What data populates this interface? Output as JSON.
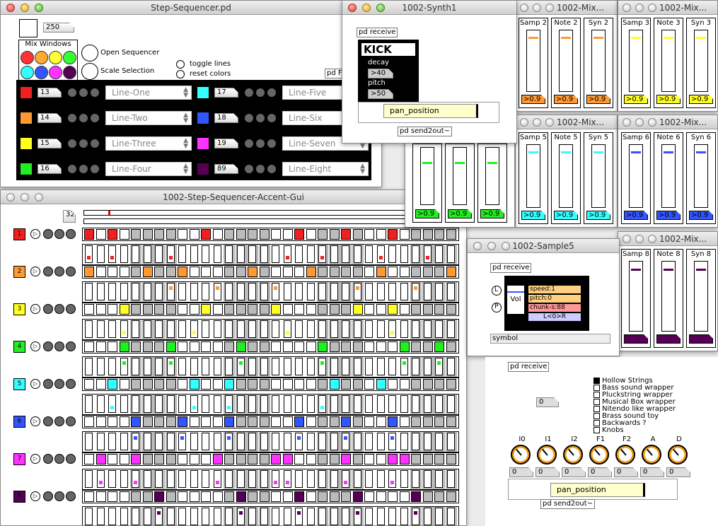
{
  "step_sequencer": {
    "title": "Step-Sequencer.pd",
    "bpm": "250",
    "mix_windows_label": "Mix Windows",
    "open_sequencer": "Open Sequencer",
    "scale_selection": "Scale Selection",
    "toggle_lines": "toggle lines",
    "reset_colors": "reset colors",
    "pd_label": "pd F",
    "palette": [
      "#ff3333",
      "#ffaa33",
      "#ffff33",
      "#33ff33",
      "#33ffff",
      "#3355ff",
      "#ff33ff",
      "#550055",
      "#ff3333",
      "#ffaa33",
      "#ffff33",
      "#33ff33",
      "#33ffff",
      "#3355ff",
      "#ff33ff",
      "#550055"
    ],
    "lines": [
      {
        "color": "#f02020",
        "num": "13",
        "name": "Line-One"
      },
      {
        "color": "#ff9933",
        "num": "14",
        "name": "Line-Two"
      },
      {
        "color": "#ffff22",
        "num": "15",
        "name": "Line-Three"
      },
      {
        "color": "#22ee22",
        "num": "16",
        "name": "Line-Four"
      },
      {
        "color": "#33ffff",
        "num": "17",
        "name": "Line-Five"
      },
      {
        "color": "#3355ff",
        "num": "18",
        "name": "Line-Six"
      },
      {
        "color": "#ff33ff",
        "num": "19",
        "name": "Line-Seven"
      },
      {
        "color": "#550055",
        "num": "89",
        "name": "Line-Eight"
      }
    ]
  },
  "accent_gui": {
    "title": "1002-Step-Sequencer-Accent-Gui",
    "steps": "32",
    "rows": [
      {
        "id": "1",
        "color": "#f02020",
        "pattern": [
          1,
          0,
          1,
          0,
          0,
          0,
          0,
          0,
          0,
          0,
          1,
          0,
          0,
          0,
          0,
          0,
          0,
          0,
          1,
          0,
          0,
          0,
          1,
          0,
          0,
          0,
          1,
          0,
          0,
          0,
          0,
          0
        ],
        "accent": [
          1,
          0,
          1,
          0,
          0,
          0,
          0,
          1,
          0,
          0,
          0,
          0,
          0,
          0,
          0,
          0,
          0,
          1,
          0,
          0,
          1,
          0,
          0,
          0,
          0,
          1,
          0,
          0,
          0,
          1,
          0,
          0
        ]
      },
      {
        "id": "2",
        "color": "#ff9933",
        "pattern": [
          1,
          0,
          0,
          0,
          0,
          1,
          0,
          0,
          1,
          0,
          0,
          0,
          0,
          0,
          1,
          0,
          0,
          0,
          0,
          1,
          0,
          0,
          0,
          0,
          0,
          1,
          0,
          0,
          0,
          0,
          0,
          1
        ],
        "accent": [
          0,
          0,
          0,
          0,
          0,
          0,
          0,
          1,
          0,
          0,
          0,
          1,
          0,
          0,
          0,
          0,
          1,
          0,
          0,
          0,
          0,
          0,
          0,
          1,
          0,
          0,
          0,
          0,
          1,
          0,
          0,
          0
        ]
      },
      {
        "id": "3",
        "color": "#ffff22",
        "pattern": [
          0,
          0,
          0,
          1,
          0,
          0,
          0,
          0,
          0,
          0,
          1,
          0,
          0,
          0,
          0,
          0,
          1,
          0,
          0,
          0,
          0,
          0,
          0,
          1,
          0,
          0,
          1,
          0,
          0,
          0,
          0,
          0
        ],
        "accent": [
          0,
          0,
          0,
          1,
          0,
          0,
          0,
          0,
          0,
          1,
          0,
          0,
          0,
          0,
          0,
          0,
          0,
          1,
          0,
          0,
          0,
          0,
          0,
          0,
          0,
          0,
          1,
          0,
          0,
          0,
          0,
          0
        ]
      },
      {
        "id": "4",
        "color": "#22ee22",
        "pattern": [
          0,
          0,
          0,
          1,
          0,
          0,
          0,
          1,
          0,
          0,
          0,
          0,
          0,
          1,
          0,
          0,
          0,
          0,
          0,
          0,
          1,
          0,
          0,
          0,
          0,
          0,
          0,
          1,
          0,
          0,
          1,
          0
        ],
        "accent": [
          0,
          0,
          0,
          1,
          0,
          0,
          0,
          1,
          0,
          0,
          0,
          0,
          0,
          1,
          0,
          0,
          0,
          0,
          0,
          0,
          1,
          0,
          0,
          0,
          0,
          0,
          0,
          1,
          0,
          0,
          1,
          0
        ]
      },
      {
        "id": "5",
        "color": "#33ffff",
        "pattern": [
          0,
          0,
          1,
          0,
          0,
          0,
          0,
          0,
          0,
          1,
          0,
          0,
          1,
          0,
          0,
          0,
          0,
          0,
          0,
          0,
          0,
          1,
          0,
          0,
          0,
          1,
          0,
          0,
          0,
          0,
          0,
          0
        ],
        "accent": [
          0,
          0,
          1,
          0,
          0,
          0,
          0,
          0,
          0,
          1,
          0,
          0,
          1,
          0,
          0,
          0,
          0,
          0,
          0,
          0,
          1,
          0,
          0,
          0,
          0,
          0,
          0,
          0,
          0,
          0,
          0,
          0
        ]
      },
      {
        "id": "6",
        "color": "#3355ff",
        "pattern": [
          0,
          0,
          0,
          0,
          1,
          0,
          0,
          0,
          1,
          0,
          0,
          0,
          1,
          0,
          0,
          0,
          0,
          0,
          1,
          0,
          0,
          0,
          1,
          0,
          0,
          0,
          1,
          0,
          0,
          0,
          0,
          0
        ],
        "accent": [
          0,
          0,
          0,
          0,
          1,
          0,
          0,
          0,
          1,
          0,
          0,
          0,
          1,
          0,
          0,
          0,
          0,
          0,
          1,
          0,
          0,
          0,
          1,
          0,
          0,
          0,
          1,
          0,
          0,
          0,
          0,
          0
        ]
      },
      {
        "id": "7",
        "color": "#ff33ff",
        "pattern": [
          0,
          1,
          0,
          0,
          1,
          0,
          0,
          0,
          0,
          0,
          0,
          1,
          0,
          0,
          0,
          0,
          1,
          1,
          0,
          0,
          0,
          0,
          1,
          0,
          0,
          0,
          1,
          1,
          0,
          0,
          0,
          0
        ],
        "accent": [
          0,
          1,
          0,
          0,
          1,
          0,
          0,
          0,
          0,
          0,
          0,
          1,
          0,
          0,
          0,
          0,
          1,
          1,
          0,
          0,
          0,
          0,
          1,
          0,
          0,
          0,
          1,
          0,
          0,
          0,
          0,
          0
        ]
      },
      {
        "id": "8",
        "color": "#550055",
        "pattern": [
          0,
          0,
          0,
          0,
          0,
          0,
          1,
          0,
          0,
          0,
          0,
          0,
          0,
          1,
          0,
          0,
          0,
          0,
          1,
          0,
          0,
          0,
          0,
          1,
          0,
          0,
          0,
          0,
          1,
          0,
          0,
          0
        ],
        "accent": [
          0,
          0,
          0,
          0,
          0,
          0,
          1,
          0,
          0,
          0,
          0,
          0,
          0,
          1,
          0,
          0,
          0,
          0,
          1,
          0,
          0,
          0,
          0,
          1,
          0,
          0,
          0,
          0,
          1,
          0,
          0,
          0
        ]
      }
    ]
  },
  "synth1": {
    "title": "1002-Synth1",
    "receive": "pd receive",
    "name": "KICK",
    "decay_label": "decay",
    "decay": "40",
    "pitch_label": "pitch",
    "pitch": "50",
    "pan": "pan_position",
    "send": "pd send2out~"
  },
  "mixers": [
    {
      "title": "1002-Mix...",
      "labels": [
        "Samp 2",
        "Note 2",
        "Syn 2"
      ],
      "color": "#ff9933",
      "values": [
        "0.9",
        "0.9",
        "0.9"
      ]
    },
    {
      "title": "1002-Mix...",
      "labels": [
        "Samp 3",
        "Note 3",
        "Syn 3"
      ],
      "color": "#ffff22",
      "values": [
        "0.9",
        "0.9",
        "0.9"
      ]
    },
    {
      "title": "1002-Mix...",
      "labels": [
        "Samp 5",
        "Note 5",
        "Syn 5"
      ],
      "color": "#33ffff",
      "values": [
        "0.9",
        "0.9",
        "0.9"
      ]
    },
    {
      "title": "1002-Mix...",
      "labels": [
        "Samp 6",
        "Note 6",
        "Syn 6"
      ],
      "color": "#3355ff",
      "values": [
        "0.9",
        "0.9",
        "0.9"
      ]
    },
    {
      "title": "1002-Mix...",
      "labels": [
        "Samp 8",
        "Note 8",
        "Syn 8"
      ],
      "color": "#550055",
      "values": [
        "",
        "",
        ""
      ]
    }
  ],
  "green_mixer": {
    "color": "#22ee22",
    "values": [
      "0.9",
      "0.9",
      "0.9"
    ]
  },
  "sample5": {
    "title": "1002-Sample5",
    "receive": "pd receive",
    "vol": "Vol",
    "speed": "speed:1",
    "pitch": "pitch:0",
    "chunk": "chunk-s:88",
    "lr": "L<0>R",
    "symbol": "symbol",
    "l_btn": "L",
    "p_btn": "P"
  },
  "synth_bottom": {
    "receive": "pd receive",
    "value": "0",
    "presets": [
      "Hollow Strings",
      "Bass sound wrapper",
      "Pluckstring wrapper",
      "Musical Box wrapper",
      "Nitendo like wrapper",
      "Brass sound toy",
      "Backwards ?",
      "Knobs"
    ],
    "knobs": [
      {
        "label": "I0",
        "value": "0"
      },
      {
        "label": "I1",
        "value": "0"
      },
      {
        "label": "I2",
        "value": "0"
      },
      {
        "label": "F1",
        "value": "0"
      },
      {
        "label": "F2",
        "value": "0"
      },
      {
        "label": "A",
        "value": "0"
      },
      {
        "label": "D",
        "value": "0"
      }
    ],
    "pan": "pan_position",
    "send": "pd send2out~"
  }
}
